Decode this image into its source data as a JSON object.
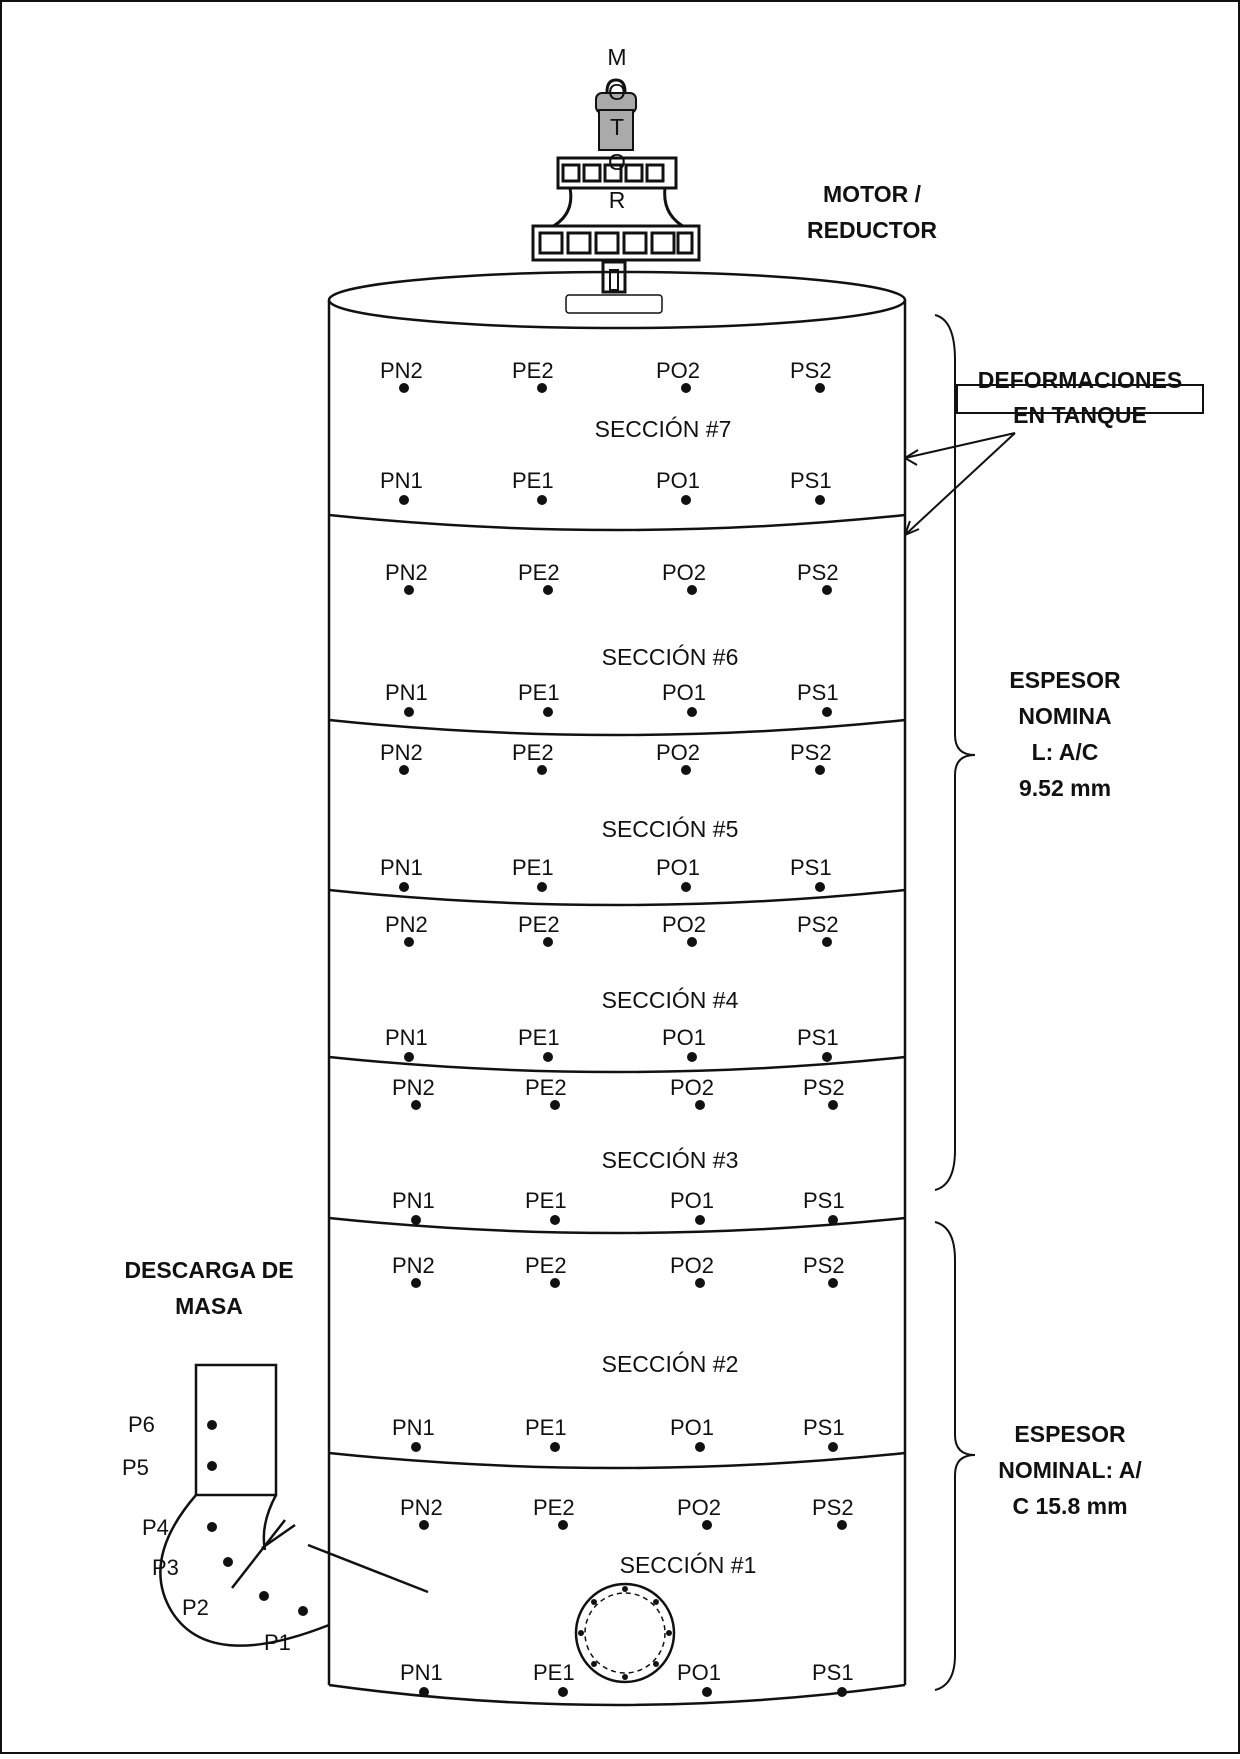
{
  "motor_letters": [
    "M",
    "O",
    "T",
    "O",
    "R"
  ],
  "labels": {
    "motor_reductor": [
      "MOTOR /",
      "REDUCTOR"
    ],
    "deformaciones": [
      "DEFORMACIONES",
      "EN TANQUE"
    ],
    "espesor_top": [
      "ESPESOR",
      "NOMINA",
      "L:   A/C",
      "9.52 mm"
    ],
    "espesor_bottom": [
      "ESPESOR",
      "NOMINAL:   A/",
      "C  15.8 mm"
    ],
    "descarga": [
      "DESCARGA DE",
      "MASA"
    ]
  },
  "sections": [
    {
      "name": "SECCIÓN #7",
      "upper": [
        "PN2",
        "PE2",
        "PO2",
        "PS2"
      ],
      "lower": [
        "PN1",
        "PE1",
        "PO1",
        "PS1"
      ]
    },
    {
      "name": "SECCIÓN #6",
      "upper": [
        "PN2",
        "PE2",
        "PO2",
        "PS2"
      ],
      "lower": [
        "PN1",
        "PE1",
        "PO1",
        "PS1"
      ]
    },
    {
      "name": "SECCIÓN #5",
      "upper": [
        "PN2",
        "PE2",
        "PO2",
        "PS2"
      ],
      "lower": [
        "PN1",
        "PE1",
        "PO1",
        "PS1"
      ]
    },
    {
      "name": "SECCIÓN #4",
      "upper": [
        "PN2",
        "PE2",
        "PO2",
        "PS2"
      ],
      "lower": [
        "PN1",
        "PE1",
        "PO1",
        "PS1"
      ]
    },
    {
      "name": "SECCIÓN #3",
      "upper": [
        "PN2",
        "PE2",
        "PO2",
        "PS2"
      ],
      "lower": [
        "PN1",
        "PE1",
        "PO1",
        "PS1"
      ]
    },
    {
      "name": "SECCIÓN #2",
      "upper": [
        "PN2",
        "PE2",
        "PO2",
        "PS2"
      ],
      "lower": [
        "PN1",
        "PE1",
        "PO1",
        "PS1"
      ]
    },
    {
      "name": "SECCIÓN #1",
      "upper": [
        "PN2",
        "PE2",
        "PO2",
        "PS2"
      ],
      "lower": [
        "PN1",
        "PE1",
        "PO1",
        "PS1"
      ]
    }
  ],
  "discharge_points": [
    "P6",
    "P5",
    "P4",
    "P3",
    "P2",
    "P1"
  ],
  "colors": {
    "line": "#111111",
    "motor_fill": "#aaaaaa",
    "background": "#ffffff"
  }
}
